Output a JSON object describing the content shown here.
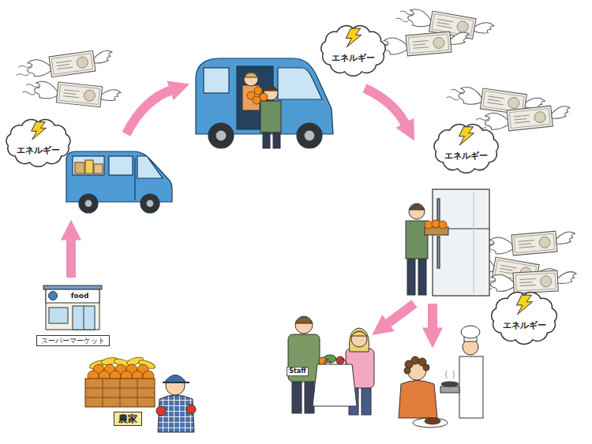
{
  "diagram": {
    "nodes": [
      {
        "text": [
          "農家"
        ]
      },
      {
        "text": [
          "スーパーマーケット"
        ]
      },
      {
        "text": [
          "エネルギー"
        ]
      },
      {
        "text": [
          "エネルギー"
        ]
      },
      {
        "text": [
          "エネルギー"
        ]
      },
      {
        "text": [
          "エネルギー"
        ]
      }
    ],
    "labels": [
      "food",
      "Staff"
    ]
  }
}
